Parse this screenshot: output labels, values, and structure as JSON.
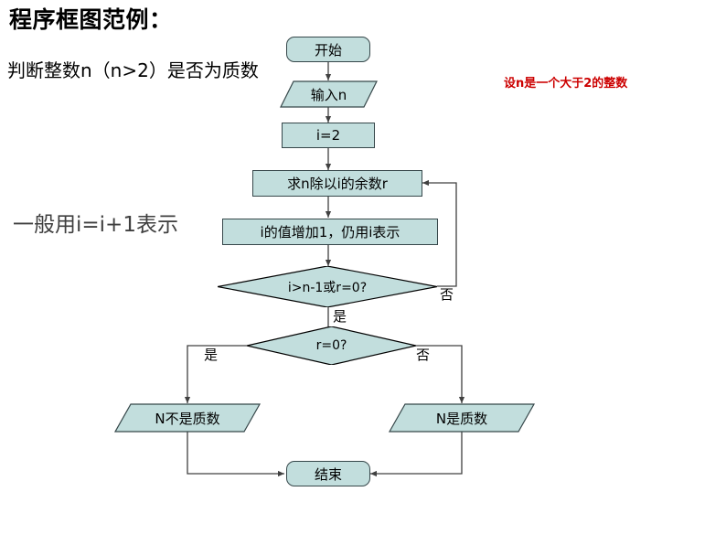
{
  "slide": {
    "title": "程序框图范例：",
    "subtitle": "判断整数n（n>2）是否为质数",
    "note_left": "一般用i=i+1表示",
    "note_red": "设n是一个大于2的整数"
  },
  "colors": {
    "node_fill": "#c2dedd",
    "node_stroke": "#36474a",
    "connector": "#404040",
    "note_red": "#cc0000",
    "note_left": "#3f3f3f",
    "text": "#000000",
    "background": "#ffffff"
  },
  "flowchart": {
    "nodes": [
      {
        "id": "start",
        "type": "terminator",
        "label": "开始"
      },
      {
        "id": "input_n",
        "type": "input-output",
        "label": "输入n"
      },
      {
        "id": "init_i",
        "type": "process",
        "label": "i=2"
      },
      {
        "id": "compute_r",
        "type": "process",
        "label": "求n除以i的余数r"
      },
      {
        "id": "increment_i",
        "type": "process",
        "label": "i的值增加1，仍用i表示"
      },
      {
        "id": "cond_loop",
        "type": "decision",
        "label": "i>n-1或r=0?"
      },
      {
        "id": "cond_r",
        "type": "decision",
        "label": "r=0?"
      },
      {
        "id": "out_not_prime",
        "type": "input-output",
        "label": "N不是质数"
      },
      {
        "id": "out_prime",
        "type": "input-output",
        "label": "N是质数"
      },
      {
        "id": "end",
        "type": "terminator",
        "label": "结束"
      }
    ],
    "branch_labels": {
      "loop_no": "否",
      "loop_yes": "是",
      "r_yes": "是",
      "r_no": "否"
    }
  }
}
